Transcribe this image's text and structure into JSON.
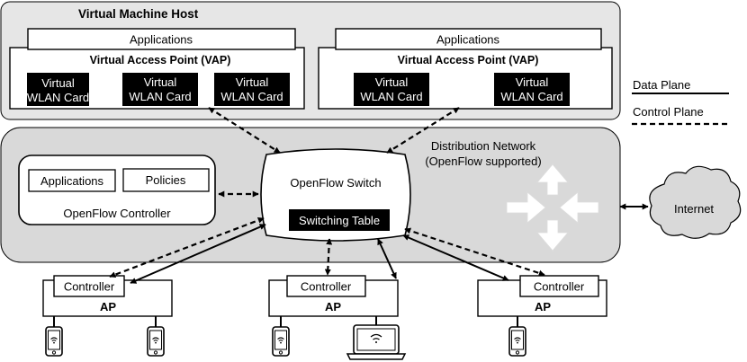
{
  "host": {
    "title": "Virtual Machine Host",
    "vaps": [
      {
        "apps_label": "Applications",
        "title": "Virtual Access Point (VAP)",
        "cards": [
          {
            "line1": "Virtual",
            "line2": "WLAN Card"
          },
          {
            "line1": "Virtual",
            "line2": "WLAN Card"
          },
          {
            "line1": "Virtual",
            "line2": "WLAN Card"
          }
        ]
      },
      {
        "apps_label": "Applications",
        "title": "Virtual Access Point (VAP)",
        "cards": [
          {
            "line1": "Virtual",
            "line2": "WLAN Card"
          },
          {
            "line1": "Virtual",
            "line2": "WLAN Card"
          }
        ]
      }
    ]
  },
  "legend": {
    "data_plane": "Data Plane",
    "control_plane": "Control Plane"
  },
  "distribution": {
    "line1": "Distribution Network",
    "line2": "(OpenFlow supported)"
  },
  "controller": {
    "applications": "Applications",
    "policies": "Policies",
    "label": "OpenFlow Controller"
  },
  "switch": {
    "label": "OpenFlow Switch",
    "table": "Switching Table"
  },
  "internet": {
    "label": "Internet"
  },
  "aps": [
    {
      "controller": "Controller",
      "label": "AP"
    },
    {
      "controller": "Controller",
      "label": "AP"
    },
    {
      "controller": "Controller",
      "label": "AP"
    }
  ],
  "colors": {
    "panel_gray": "#e6e6e6",
    "card_black": "#000000",
    "outline": "#000000"
  }
}
